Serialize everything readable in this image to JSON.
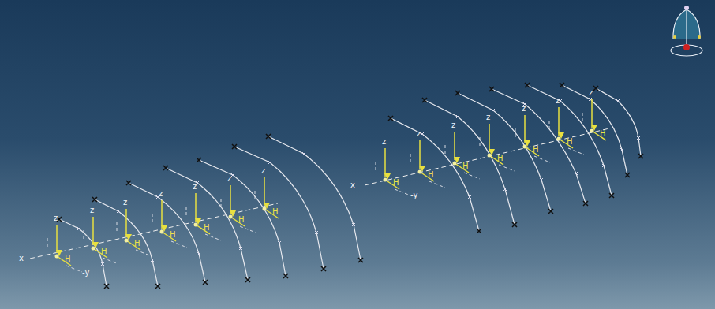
{
  "diagram": {
    "labels": [
      "x",
      "z",
      "H",
      "z",
      "H",
      "z",
      "H",
      "z",
      "H",
      "z",
      "H",
      "z",
      "H",
      "z",
      "H",
      "-y",
      "x",
      "z",
      "H",
      "z",
      "H",
      "z",
      "H",
      "z",
      "H",
      "z",
      "H",
      "z",
      "H",
      "z",
      "H",
      "-y"
    ]
  }
}
